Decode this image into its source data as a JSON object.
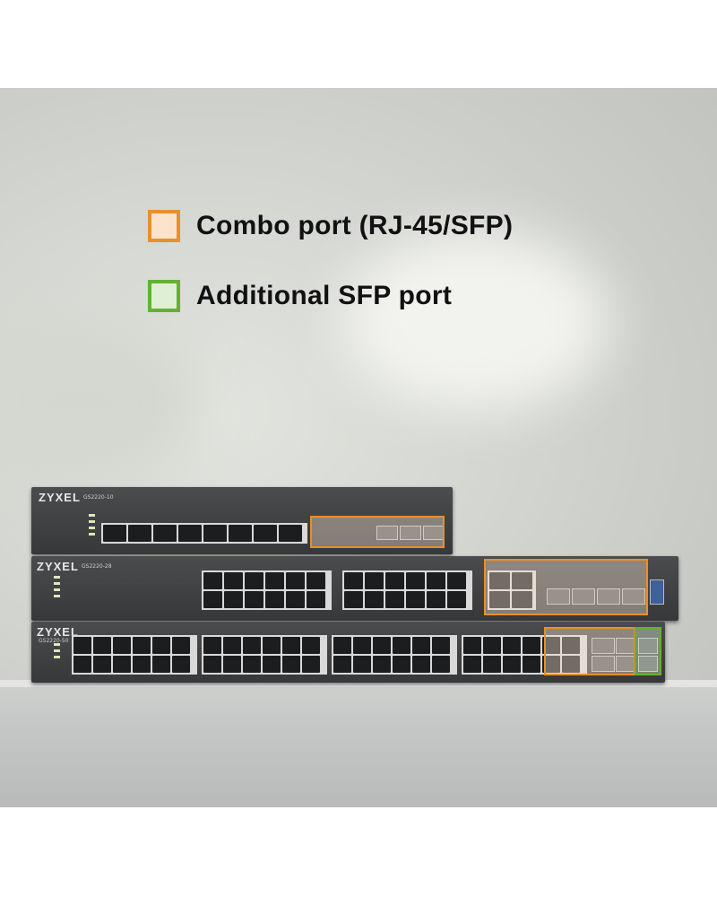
{
  "legend": [
    {
      "label": "Combo port (RJ-45/SFP)",
      "border_color": "#E8902A",
      "fill_color": "#FBE3CC"
    },
    {
      "label": "Additional SFP port",
      "border_color": "#63B22F",
      "fill_color": "#DFEFD6"
    }
  ],
  "switches": [
    {
      "brand": "ZYXEL",
      "model": "GS2220-10"
    },
    {
      "brand": "ZYXEL",
      "model": "GS2220-28"
    },
    {
      "brand": "ZYXEL",
      "model": "GS2220-50"
    }
  ]
}
